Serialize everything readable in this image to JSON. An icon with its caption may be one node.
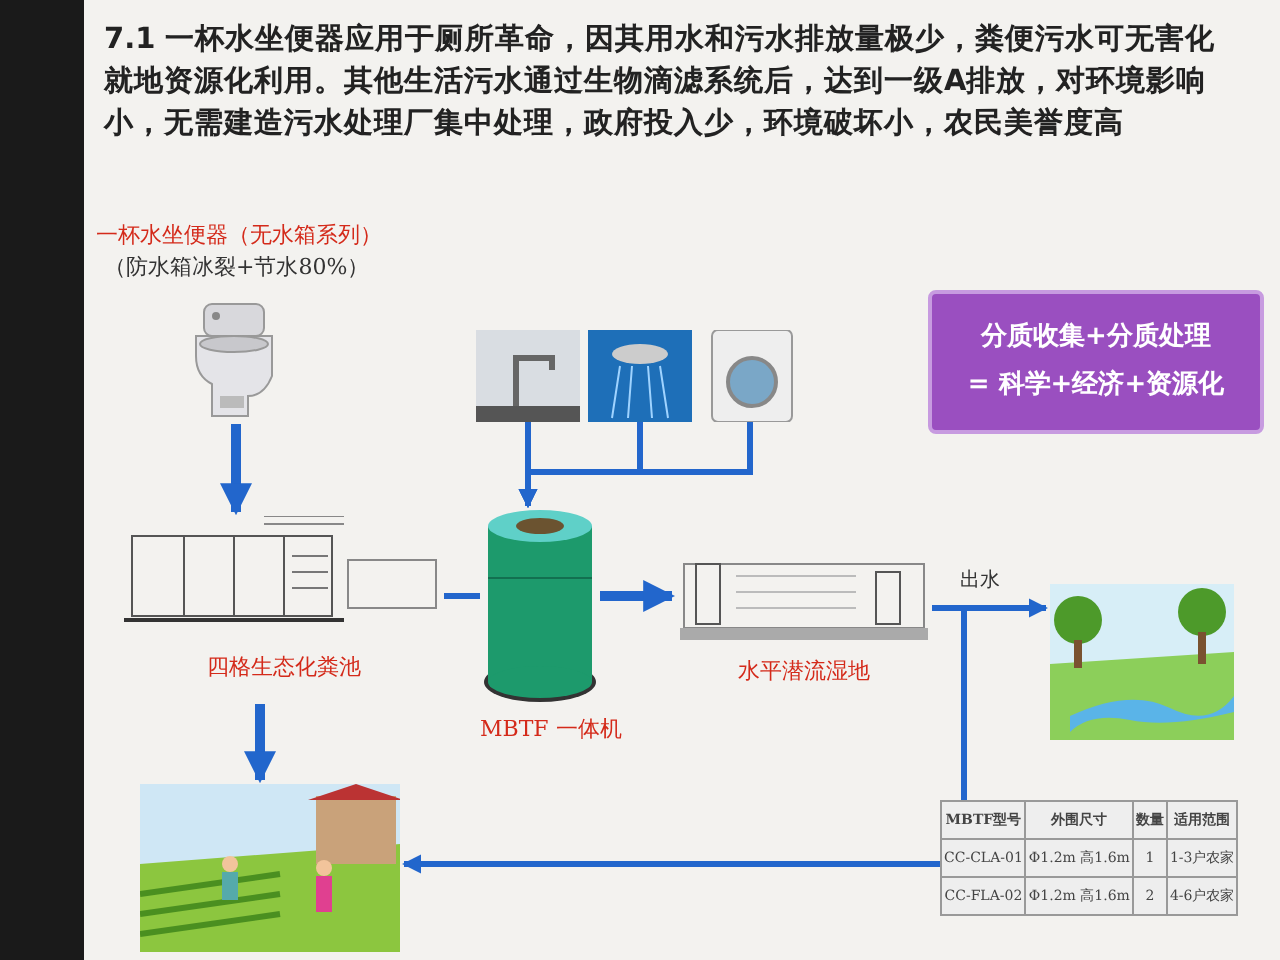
{
  "diagram": {
    "title": "7.1 一杯水坐便器应用于厕所革命，因其用水和污水排放量极少，粪便污水可无害化就地资源化利用。其他生活污水通过生物滴滤系统后，达到一级A排放，对环境影响小，无需建造污水处理厂集中处理，政府投入少，环境破坏小，农民美誉度高",
    "nodes": [
      {
        "text": [],
        "shape": "picture"
      },
      {
        "text": [],
        "shape": "picture",
        "beside": [
          "四格生态化粪池"
        ]
      },
      {
        "text": [],
        "shape": "picture"
      },
      {
        "text": [],
        "shape": "picture"
      },
      {
        "text": [],
        "shape": "picture"
      },
      {
        "text": [],
        "shape": "picture"
      },
      {
        "text": [],
        "shape": "picture",
        "beside": [
          "MBTF 一体机"
        ]
      },
      {
        "text": [],
        "shape": "picture",
        "beside": [
          "水平潜流湿地"
        ]
      },
      {
        "text": [],
        "shape": "picture"
      },
      {
        "text": [
          "分质收集+分质处理",
          "= 科学+经济+资源化"
        ]
      }
    ],
    "edges": [
      {
        "from": 0,
        "to": 1,
        "arrow": "to"
      },
      {
        "from": 1,
        "to": 2,
        "arrow": "to"
      },
      {
        "from": 1,
        "to": 6,
        "arrow": "none"
      },
      {
        "from": 3,
        "to": 6,
        "arrow": "to"
      },
      {
        "from": 4,
        "to": 6,
        "arrow": "to"
      },
      {
        "from": 5,
        "to": 6,
        "arrow": "to"
      },
      {
        "from": 6,
        "to": 7,
        "arrow": "to"
      },
      {
        "from": 7,
        "to": 8,
        "arrow": "to",
        "label": "出水"
      },
      {
        "from": 7,
        "to": 2,
        "arrow": "to"
      }
    ],
    "labels": [
      "一杯水坐便器（无水箱系列）",
      "（防水箱冰裂+节水80%）",
      "MBTF型号",
      "外围尺寸",
      "数量",
      "适用范围",
      "CC-CLA-01",
      "Φ1.2m 高1.6m",
      "1",
      "1-3户农家",
      "CC-FLA-02",
      "Φ1.2m 高1.6m",
      "2",
      "4-6户农家"
    ]
  }
}
